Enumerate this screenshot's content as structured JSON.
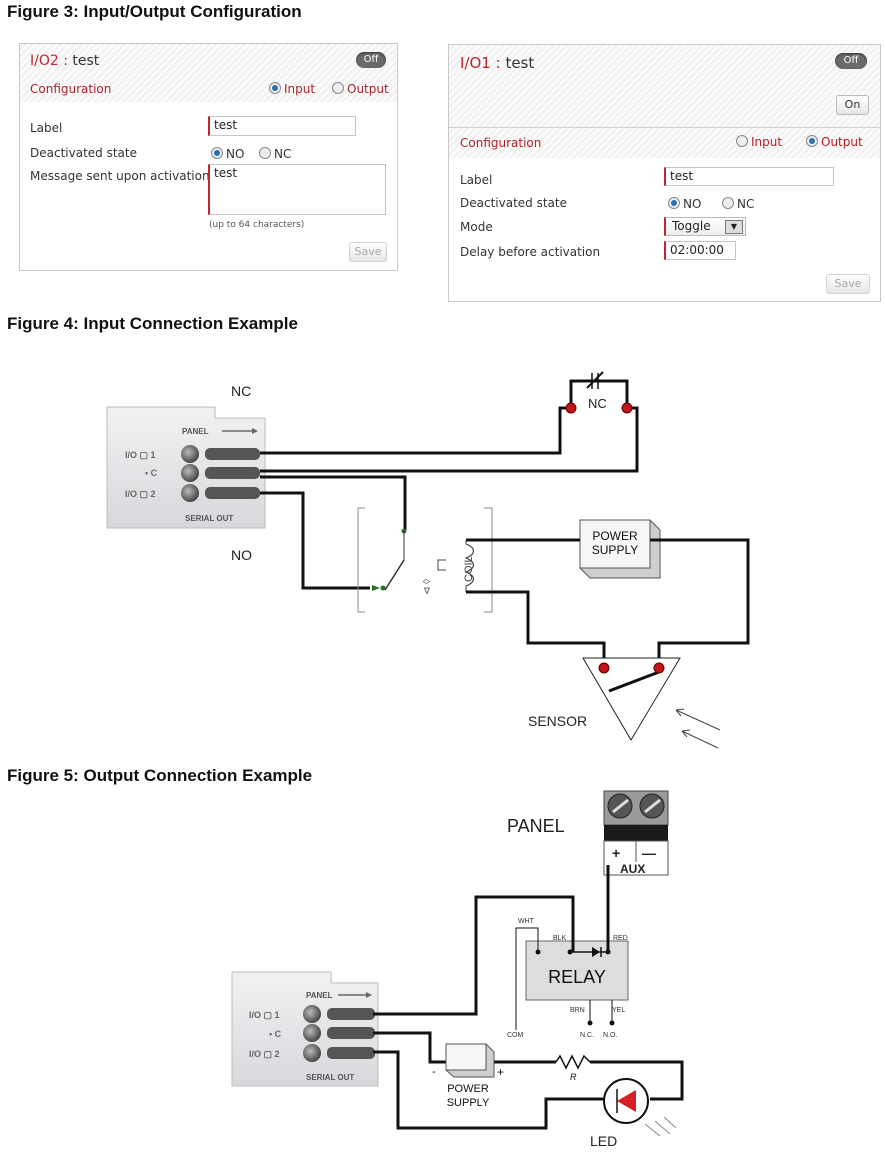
{
  "figures": {
    "fig3": "Figure 3: Input/Output Configuration",
    "fig4": "Figure 4: Input Connection Example",
    "fig5": "Figure 5: Output Connection Example"
  },
  "io2": {
    "name": "I/O2 :",
    "value": "test",
    "toggle": "Off",
    "section": "Configuration",
    "radio_input": "Input",
    "radio_output": "Output",
    "label_label": "Label",
    "label_value": "test",
    "deact_label": "Deactivated state",
    "no": "NO",
    "nc": "NC",
    "message_label": "Message sent upon activation",
    "message_value": "test",
    "hint": "(up to 64 characters)",
    "save": "Save"
  },
  "io1": {
    "name": "I/O1 :",
    "value": "test",
    "toggle": "Off",
    "on_button": "On",
    "section": "Configuration",
    "radio_input": "Input",
    "radio_output": "Output",
    "label_label": "Label",
    "label_value": "test",
    "deact_label": "Deactivated state",
    "no": "NO",
    "nc": "NC",
    "mode_label": "Mode",
    "mode_value": "Toggle",
    "delay_label": "Delay before activation",
    "delay_value": "02:00:00",
    "save": "Save"
  },
  "input_diagram": {
    "nc_top": "NC",
    "nc_switch": "NC",
    "no": "NO",
    "panel": "PANEL",
    "io1": "I/O",
    "io1n": "1",
    "c": "C",
    "io2": "I/O",
    "io2n": "2",
    "serial_out": "SERIAL OUT",
    "power1": "POWER",
    "power2": "SUPPLY",
    "coil": "COIL",
    "sensor": "SENSOR"
  },
  "output_diagram": {
    "panel_title": "PANEL",
    "aux": "AUX",
    "plus": "+",
    "minus": "—",
    "relay": "RELAY",
    "wht": "WHT",
    "blk": "BLK",
    "red": "RED",
    "brn": "BRN",
    "yel": "YEL",
    "com": "COM",
    "nc": "N.C.",
    "no": "N.O.",
    "panel_small": "PANEL",
    "io1": "I/O",
    "io1n": "1",
    "c": "C",
    "io2": "I/O",
    "io2n": "2",
    "serial_out": "SERIAL OUT",
    "ps_minus": "-",
    "ps_plus": "+",
    "power1": "POWER",
    "power2": "SUPPLY",
    "resistor": "R",
    "led": "LED"
  }
}
